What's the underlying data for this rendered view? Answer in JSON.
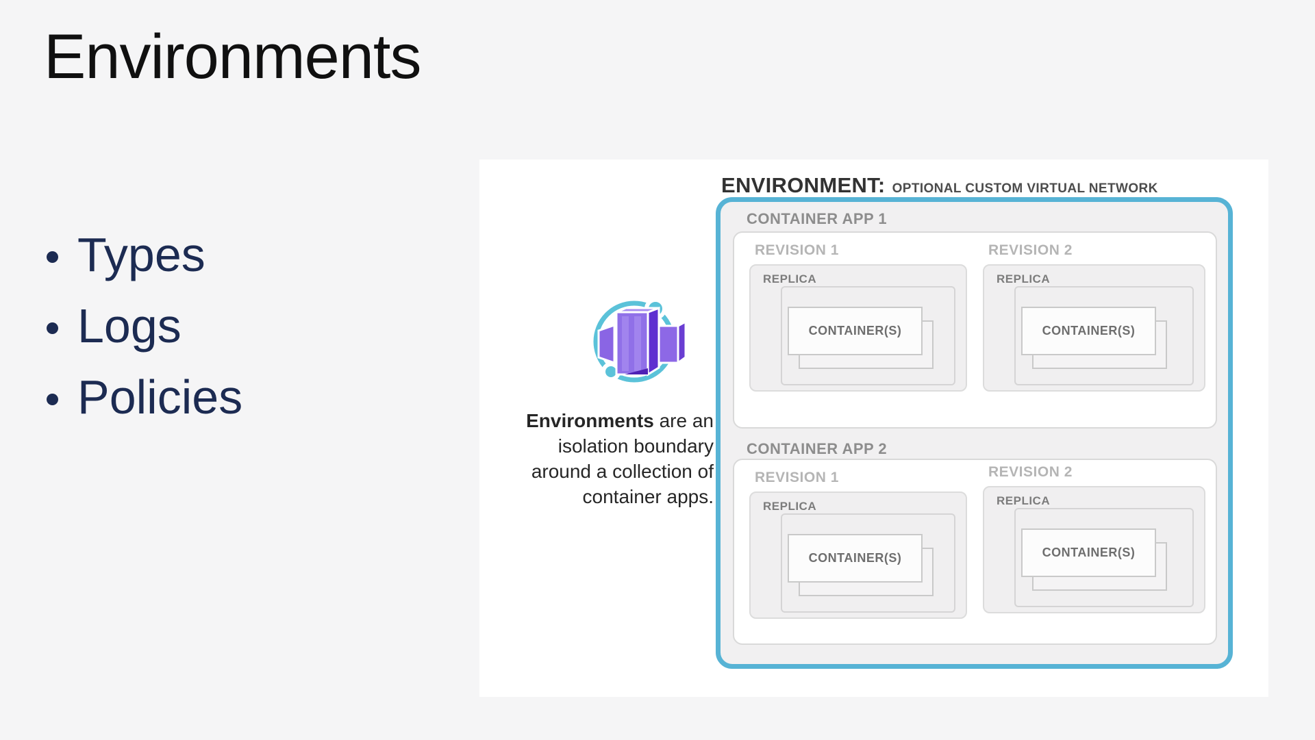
{
  "slide": {
    "title": "Environments",
    "bullets": [
      "Types",
      "Logs",
      "Policies"
    ]
  },
  "diagram": {
    "heading_main": "ENVIRONMENT:",
    "heading_sub": "OPTIONAL CUSTOM VIRTUAL NETWORK",
    "caption": {
      "line1_bold": "Environments",
      "line1_rest": " are an",
      "line2": "isolation boundary",
      "line3": "around a collection of",
      "line4": "container apps."
    },
    "apps": [
      {
        "label": "CONTAINER APP 1",
        "revisions": [
          {
            "label": "REVISION 1",
            "replica": "REPLICA",
            "containers": "CONTAINER(S)"
          },
          {
            "label": "REVISION 2",
            "replica": "REPLICA",
            "containers": "CONTAINER(S)"
          }
        ]
      },
      {
        "label": "CONTAINER APP 2",
        "revisions": [
          {
            "label": "REVISION 1",
            "replica": "REPLICA",
            "containers": "CONTAINER(S)"
          },
          {
            "label": "REVISION 2",
            "replica": "REPLICA",
            "containers": "CONTAINER(S)"
          }
        ]
      }
    ],
    "colors": {
      "environment_border": "#57b3d5",
      "icon_teal": "#5bc2d9",
      "icon_purple": "#8a63e6",
      "bullet_navy": "#1c2b52",
      "panel_background": "#ffffff",
      "slide_background": "#f5f5f6"
    }
  }
}
